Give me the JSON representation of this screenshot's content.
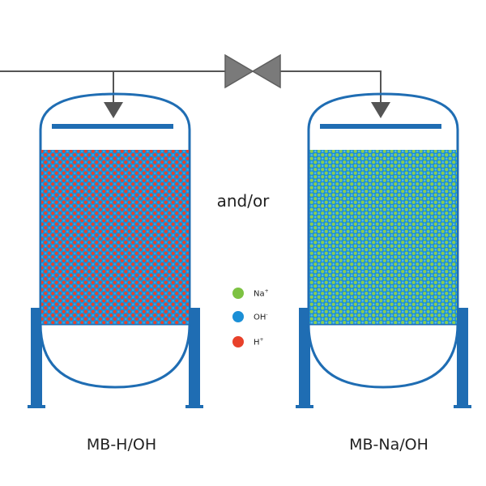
{
  "connector_text": "and/or",
  "tanks": [
    {
      "label": "MB-H/OH",
      "resin": [
        "H",
        "OH"
      ]
    },
    {
      "label": "MB-Na/OH",
      "resin": [
        "Na",
        "OH"
      ]
    }
  ],
  "legend": [
    {
      "label": "Na",
      "charge": "+",
      "color": "#7dc242"
    },
    {
      "label": "OH",
      "charge": "-",
      "color": "#1b8fd6"
    },
    {
      "label": "H",
      "charge": "+",
      "color": "#e8412a"
    }
  ],
  "colors": {
    "vessel": "#1f6db3",
    "pipe": "#555555",
    "valve": "#7a7a7a",
    "resin_bg": "#1b8fd6",
    "h_ion": "#e8412a",
    "oh_ion": "#1b8fd6",
    "na_ion": "#7dc242"
  }
}
